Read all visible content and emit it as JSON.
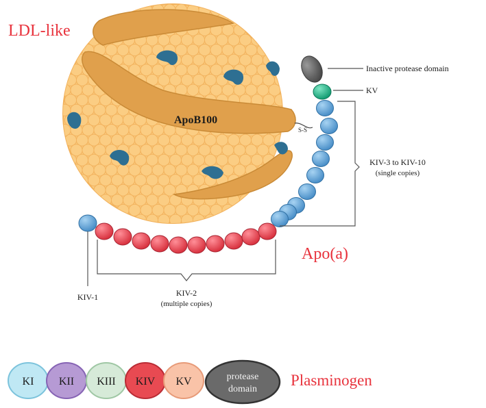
{
  "titles": {
    "ldl": "LDL-like",
    "apoa": "Apo(a)",
    "plasminogen": "Plasminogen"
  },
  "labels": {
    "apob100": "ApoB100",
    "ss_bond": "S-S",
    "inactive_protease": "Inactive protease domain",
    "kv": "KV",
    "kiv3_10_line1": "KIV-3 to KIV-10",
    "kiv3_10_line2": "(single copies)",
    "kiv1": "KIV-1",
    "kiv2_line1": "KIV-2",
    "kiv2_line2": "(multiple copies)"
  },
  "plasminogen_domains": [
    {
      "label": "KI",
      "fill": "#bfe8f4",
      "stroke": "#7cc3dc",
      "text": "#1a1a1a"
    },
    {
      "label": "KII",
      "fill": "#b69ad4",
      "stroke": "#8663b4",
      "text": "#1a1a1a"
    },
    {
      "label": "KIII",
      "fill": "#d6ead8",
      "stroke": "#9fc7a4",
      "text": "#1a1a1a"
    },
    {
      "label": "KIV",
      "fill": "#e84a52",
      "stroke": "#b92c35",
      "text": "#1a1a1a"
    },
    {
      "label": "KV",
      "fill": "#f9c3a8",
      "stroke": "#e79a78",
      "text": "#1a1a1a"
    }
  ],
  "protease_domain": {
    "line1": "protease",
    "line2": "domain",
    "fill": "#6a6a6a",
    "text": "#f2f2f2"
  },
  "colors": {
    "title_red": "#e8323c",
    "lipid_fill": "#fbcd83",
    "lipid_stroke": "#f2b25d",
    "apob_fill": "#e0a04c",
    "apob_stroke": "#c98a36",
    "blue_protein": "#2e6f92",
    "kringle_blue": "#5ea4d8",
    "kringle_red": "#e84a58",
    "kv_green": "#23b58a",
    "protease_gray": "#6b6b6b",
    "line": "#555555"
  }
}
